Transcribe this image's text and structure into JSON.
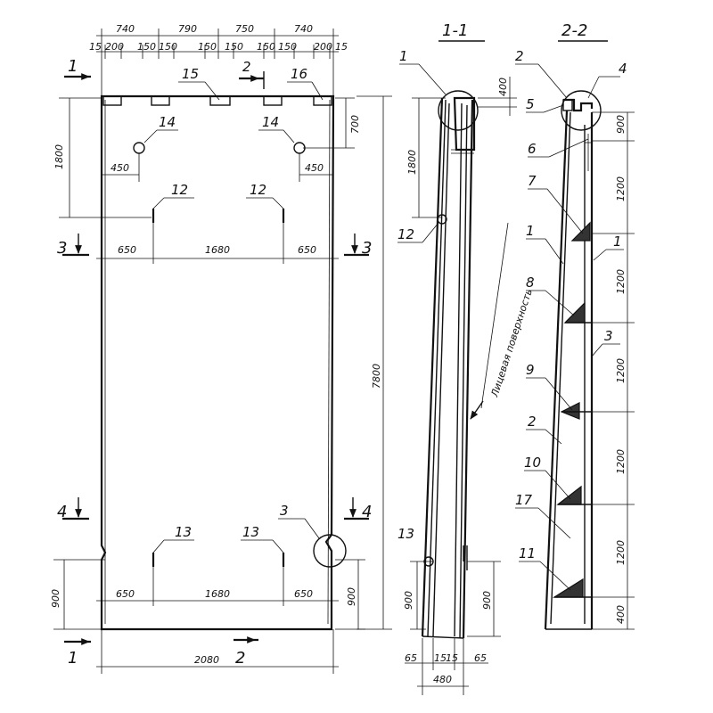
{
  "sections": {
    "s11": "1-1",
    "s22": "2-2"
  },
  "front": {
    "top_dims": [
      "740",
      "790",
      "750",
      "740"
    ],
    "sub_dims": [
      "15",
      "200",
      "150",
      "150",
      "150",
      "150",
      "150",
      "150",
      "200",
      "15"
    ],
    "left_dims": [
      "1800"
    ],
    "right_dims": [
      "700"
    ],
    "total_height": "7800",
    "offset_left": "450",
    "offset_right": "450",
    "row_top": [
      "650",
      "1680",
      "650"
    ],
    "row_bottom": [
      "650",
      "1680",
      "650"
    ],
    "bottom_left": "900",
    "bottom_right": "900",
    "width": "2080",
    "cut_marks": [
      "1",
      "1",
      "2",
      "2",
      "3",
      "3",
      "4",
      "4"
    ],
    "callouts": [
      "15",
      "16",
      "14",
      "14",
      "12",
      "12",
      "3",
      "13",
      "13"
    ]
  },
  "section11": {
    "top_dim": "400",
    "left_dim": "1800",
    "bottom_left": "900",
    "bottom_mid": "900",
    "bottom_dims": [
      "65",
      "15",
      "15",
      "65"
    ],
    "bottom_total": "480",
    "callouts": [
      "1",
      "12",
      "13"
    ],
    "annotation": "Лицевая поверхность"
  },
  "section22": {
    "right_dims": [
      "900",
      "1200",
      "1200",
      "1200",
      "1200",
      "1200",
      "400"
    ],
    "callouts": [
      "2",
      "4",
      "5",
      "6",
      "7",
      "1",
      "1",
      "8",
      "3",
      "9",
      "2",
      "10",
      "17",
      "11"
    ]
  }
}
